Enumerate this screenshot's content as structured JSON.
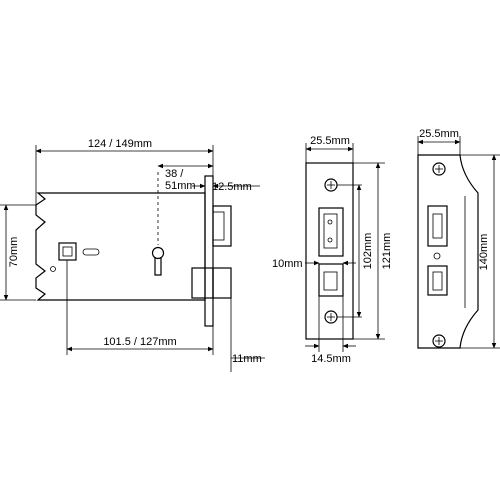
{
  "labels": {
    "lock_case_length": "124 / 149mm",
    "backset_line1": "38 /",
    "backset_line2": "51mm",
    "faceplate_thickness": "12.5mm",
    "case_height": "70mm",
    "follower_to_end": "101.5 / 127mm",
    "forend_thickness": "11mm",
    "forend_width": "25.5mm",
    "bolt_width": "10mm",
    "fixing_centres": "102mm",
    "forend_height": "121mm",
    "forend_depth": "14.5mm",
    "strike_width": "25.5mm",
    "strike_height": "140mm"
  }
}
